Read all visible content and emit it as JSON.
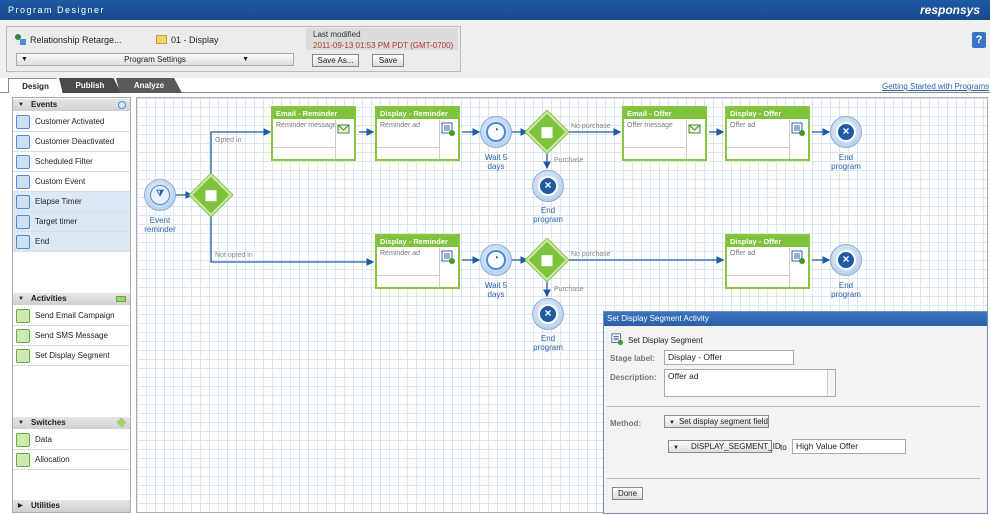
{
  "app": {
    "title": "Program Designer",
    "brand": "responsys"
  },
  "header": {
    "program_name": "Relationship Retarge...",
    "folder_name": "01 - Display",
    "last_modified_label": "Last modified",
    "last_modified_value": "2011-09-13 01:53 PM PDT (GMT-0700)",
    "settings_label": "Program Settings",
    "save_as_label": "Save As...",
    "save_label": "Save",
    "help_label": "?"
  },
  "tabs": [
    {
      "label": "Design",
      "active": true
    },
    {
      "label": "Publish",
      "active": false
    },
    {
      "label": "Analyze",
      "active": false
    }
  ],
  "getting_started_link": "Getting Started with Programs",
  "palette": {
    "events": {
      "title": "Events",
      "items": [
        {
          "label": "Customer Activated",
          "icon": "customer-activated-icon"
        },
        {
          "label": "Customer Deactivated",
          "icon": "customer-deactivated-icon"
        },
        {
          "label": "Scheduled Filter",
          "icon": "scheduled-filter-icon"
        },
        {
          "label": "Custom Event",
          "icon": "custom-event-icon"
        },
        {
          "label": "Elapse Timer",
          "icon": "elapse-timer-icon"
        },
        {
          "label": "Target timer",
          "icon": "target-timer-icon"
        },
        {
          "label": "End",
          "icon": "end-icon"
        }
      ]
    },
    "activities": {
      "title": "Activities",
      "items": [
        {
          "label": "Send Email Campaign",
          "icon": "email-campaign-icon"
        },
        {
          "label": "Send SMS Message",
          "icon": "sms-icon"
        },
        {
          "label": "Set Display Segment",
          "icon": "display-segment-icon"
        }
      ]
    },
    "switches": {
      "title": "Switches",
      "items": [
        {
          "label": "Data",
          "icon": "data-switch-icon"
        },
        {
          "label": "Allocation",
          "icon": "allocation-icon"
        }
      ]
    },
    "utilities": {
      "title": "Utilities"
    }
  },
  "canvas": {
    "start_node": "Event\nreminder",
    "branch_labels": {
      "opted_in": "Opted in",
      "not_opted_in": "Not opted in"
    },
    "cards": [
      {
        "title": "Email - Reminder",
        "body": "Reminder message",
        "kind": "email"
      },
      {
        "title": "Display - Reminder",
        "body": "Reminder ad",
        "kind": "display"
      },
      {
        "title": "Email - Offer",
        "body": "Offer message",
        "kind": "email"
      },
      {
        "title": "Display - Offer",
        "body": "Offer ad",
        "kind": "display"
      },
      {
        "title": "Display - Reminder",
        "body": "Reminder ad",
        "kind": "display"
      },
      {
        "title": "Display - Offer",
        "body": "Offer ad",
        "kind": "display"
      }
    ],
    "wait_labels": [
      "Wait 5\ndays",
      "Wait 5\ndays"
    ],
    "no_purchase": "No purchase",
    "purchase": "Purchase",
    "end_labels": [
      "End\nprogram",
      "End\nprogram",
      "End\nprogram",
      "End\nprogram"
    ]
  },
  "dialog": {
    "title": "Set Display Segment Activity",
    "subtitle": "Set Display Segment",
    "stage_label": "Stage label:",
    "stage_value": "Display - Offer",
    "description_label": "Description:",
    "description_value": "Offer ad",
    "method_label": "Method:",
    "method_value": "Set display segment field",
    "field_value": "DISPLAY_SEGMENT_ID",
    "to_label": "to",
    "to_value": "High Value Offer",
    "done_label": "Done"
  },
  "colors": {
    "brand_blue": "#1f5aa5",
    "accent_green": "#7fc23c",
    "date_red": "#b23a2a"
  }
}
